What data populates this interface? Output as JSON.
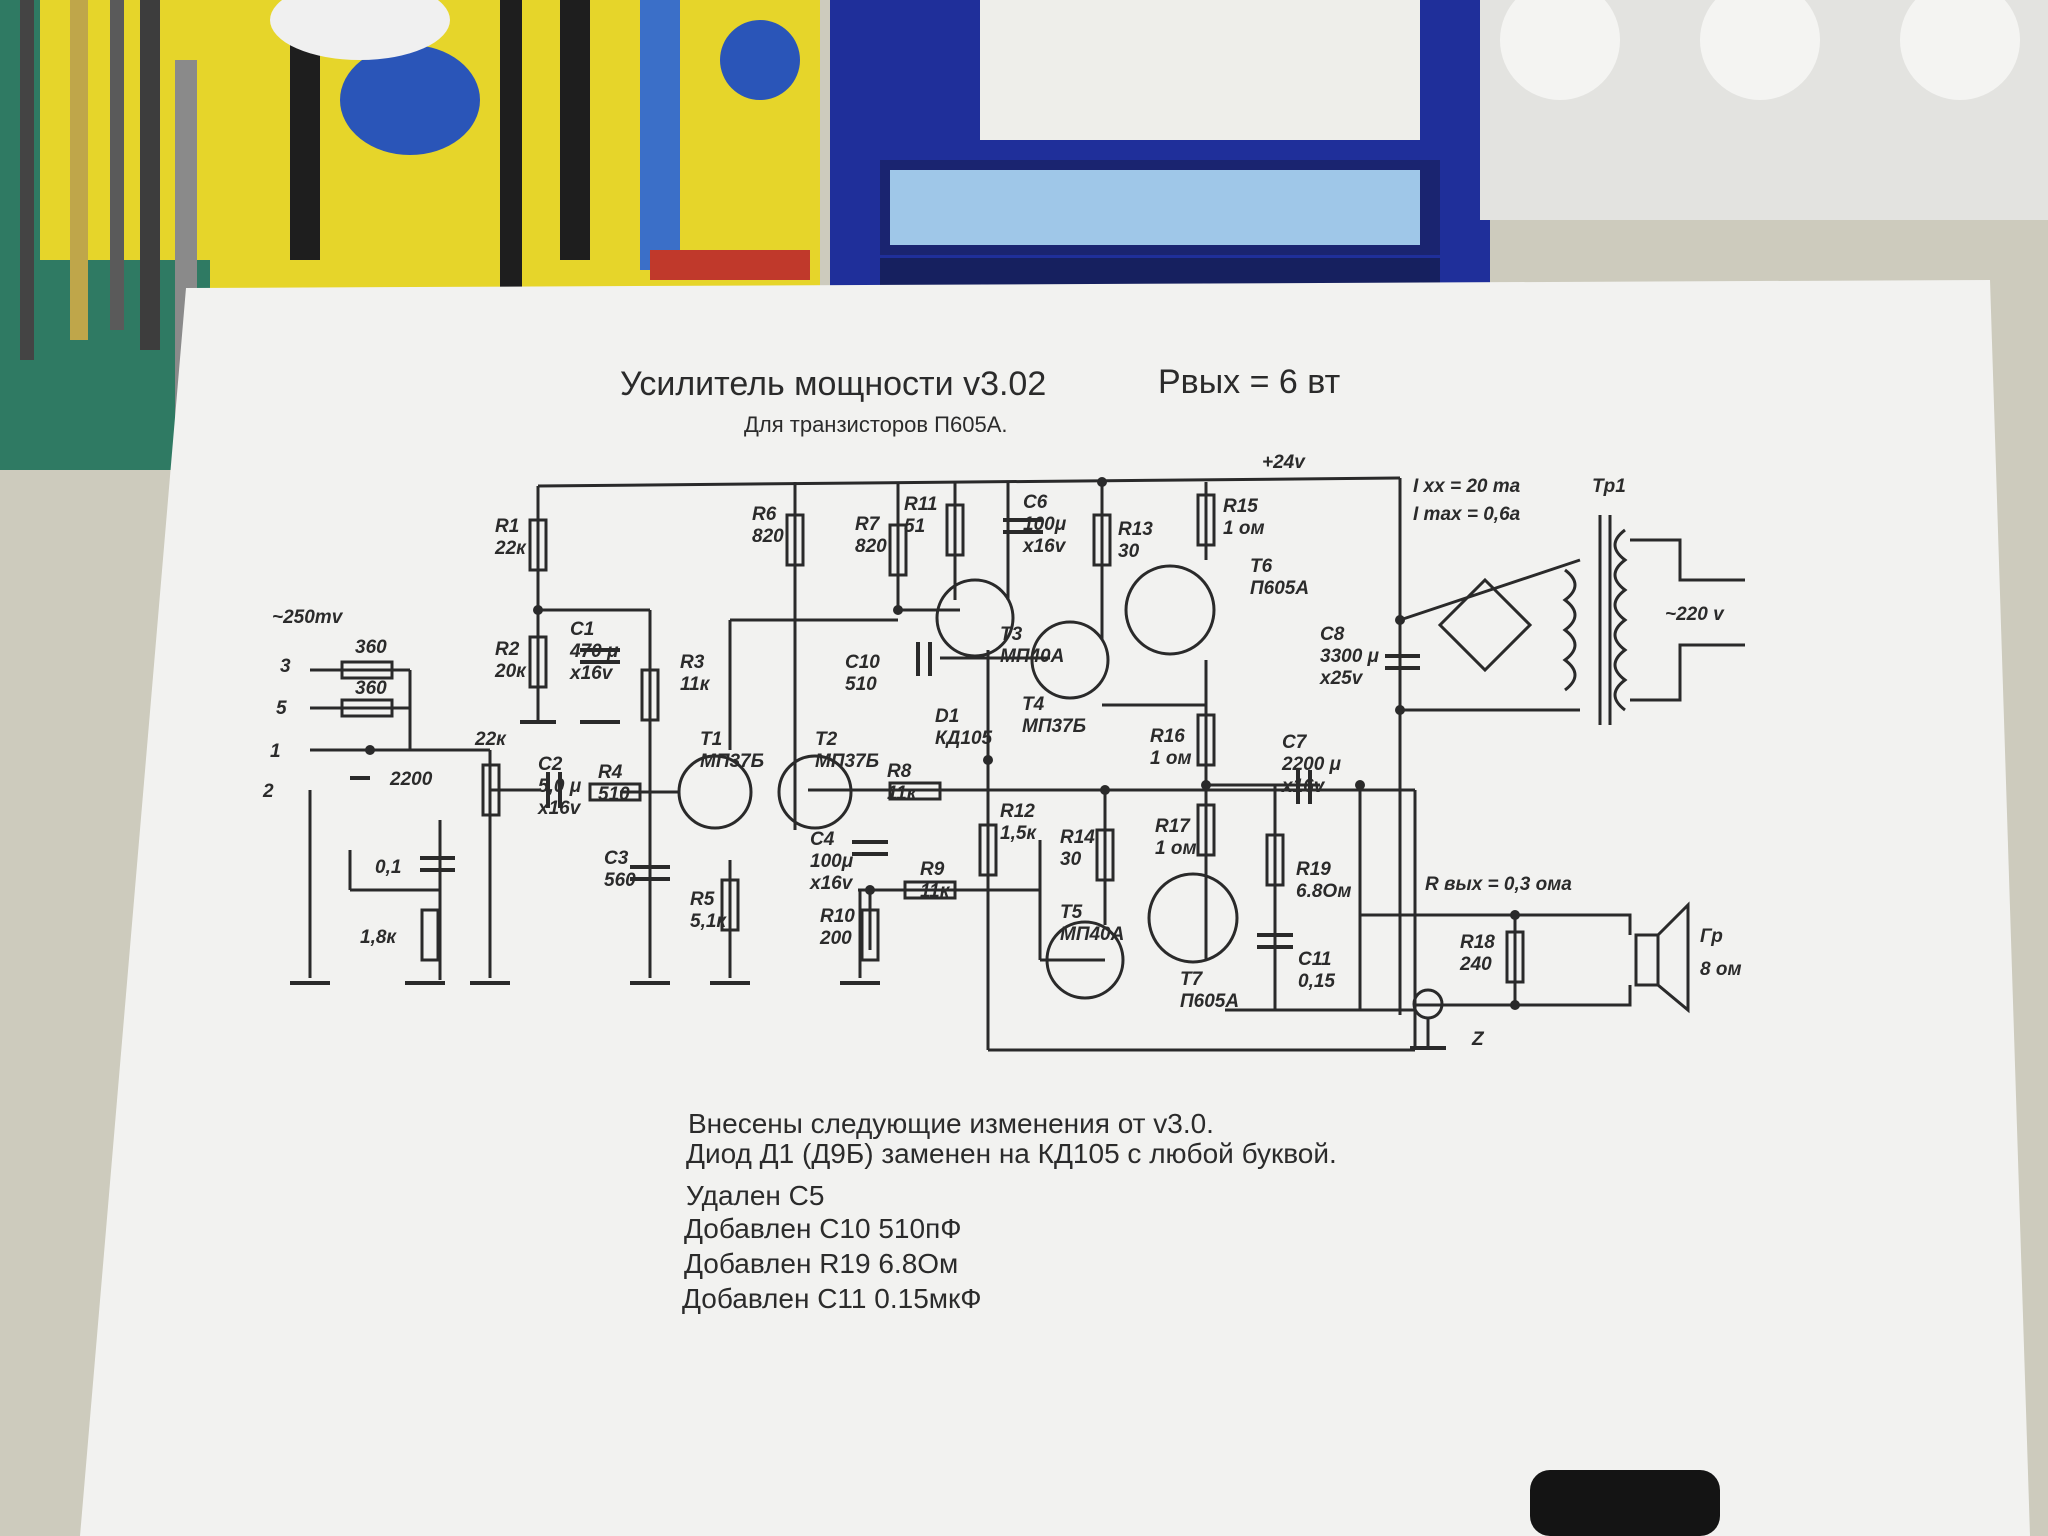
{
  "title": "Усилитель мощности  v3.02",
  "power": "Pвых = 6 вт",
  "subtitle": "Для транзисторов П605А.",
  "supply": "+24v",
  "idle_current": "I xx = 20 ma",
  "max_current": "I max = 0,6a",
  "transformer": "Tp1",
  "mains": "~220 v",
  "input_level": "~250mv",
  "inputs": [
    "3",
    "5",
    "1",
    "2"
  ],
  "input_resistors": [
    "360",
    "360"
  ],
  "out_resistance": "R вых = 0,3 ома",
  "speaker": [
    "Гр",
    "8 ом"
  ],
  "ground_label": "Z",
  "components": [
    {
      "ref": "R1",
      "val": "22к"
    },
    {
      "ref": "R2",
      "val": "20к"
    },
    {
      "ref": "C1",
      "val": "470 μ\nx16v"
    },
    {
      "ref": "R3",
      "val": "11к"
    },
    {
      "ref": "R6",
      "val": "820"
    },
    {
      "ref": "R7",
      "val": "820"
    },
    {
      "ref": "R11",
      "val": "51"
    },
    {
      "ref": "C6",
      "val": "100μ\nx16v"
    },
    {
      "ref": "R13",
      "val": "30"
    },
    {
      "ref": "R15",
      "val": "1 ом"
    },
    {
      "ref": "T6",
      "val": "П605А"
    },
    {
      "ref": "C8",
      "val": "3300 μ\nx25v"
    },
    {
      "ref": "T3",
      "val": "МП40А"
    },
    {
      "ref": "T4",
      "val": "МП37Б"
    },
    {
      "ref": "C10",
      "val": "510"
    },
    {
      "ref": "D1",
      "val": "КД105"
    },
    {
      "ref": "R16",
      "val": "1 ом"
    },
    {
      "ref": "C7",
      "val": "2200 μ\nx16v"
    },
    {
      "ref": "C2",
      "val": "5,0 μ\nx16v"
    },
    {
      "ref": "R4",
      "val": "510"
    },
    {
      "ref": "C3",
      "val": "560"
    },
    {
      "ref": "T1",
      "val": "МП37Б"
    },
    {
      "ref": "T2",
      "val": "МП37Б"
    },
    {
      "ref": "R8",
      "val": "11к"
    },
    {
      "ref": "C4",
      "val": "100μ\nx16v"
    },
    {
      "ref": "R9",
      "val": "11к"
    },
    {
      "ref": "R10",
      "val": "200"
    },
    {
      "ref": "R5",
      "val": "5,1к"
    },
    {
      "ref": "R12",
      "val": "1,5к"
    },
    {
      "ref": "R14",
      "val": "30"
    },
    {
      "ref": "R17",
      "val": "1 ом"
    },
    {
      "ref": "R19",
      "val": "6.8Ом"
    },
    {
      "ref": "C11",
      "val": "0,15"
    },
    {
      "ref": "T5",
      "val": "МП40А"
    },
    {
      "ref": "T7",
      "val": "П605А"
    },
    {
      "ref": "R18",
      "val": "240"
    }
  ],
  "tone_network": [
    "22к",
    "2200",
    "0,1",
    "1,8к"
  ],
  "changes": [
    "Внесены следующие изменения от v3.0.",
    "Диод Д1 (Д9Б) заменен на КД105 с любой буквой.",
    "Удален С5",
    "Добавлен С10 510пФ",
    "Добавлен R19 6.8Ом",
    "Добавлен С11 0.15мкФ"
  ],
  "colors": {
    "desk": "#cfcdbf",
    "paper": "#f2f2f0",
    "ink": "#2a2a2a",
    "charger": "#1f2f9a",
    "tray": "#e9d92a",
    "display": "#9fc7e8"
  }
}
